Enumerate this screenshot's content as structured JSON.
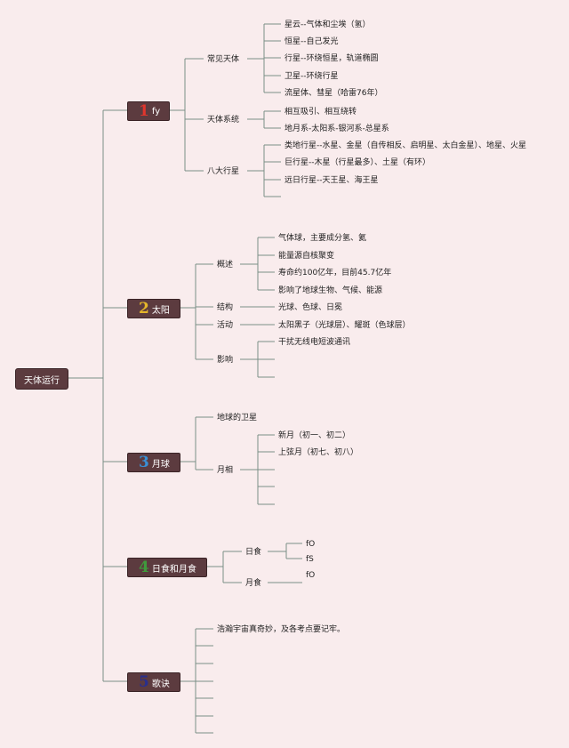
{
  "root": "天体运行",
  "colors": {
    "node_bg": "#5c3b3f",
    "line": "#7a8f86",
    "n1": "#e0362d",
    "n2": "#e5b62a",
    "n3": "#3a8fd4",
    "n4": "#3f9a3c",
    "n5": "#2a2f8c"
  },
  "sections": [
    {
      "num": "1",
      "title": "fy",
      "children": [
        {
          "label": "常见天体",
          "leaves": [
            "星云--气体和尘埃（氢）",
            "恒星--自己发光",
            "行星--环绕恒星，轨道椭圆",
            "卫星--环绕行星",
            "流星体、彗星（哈雷76年）"
          ]
        },
        {
          "label": "天体系统",
          "leaves": [
            "相互吸引、相互绕转",
            "地月系-太阳系-银河系-总星系"
          ]
        },
        {
          "label": "八大行星",
          "leaves": [
            "类地行星--水星、金星（自传相反、启明星、太白金星）、地星、火星",
            "巨行星--木星（行星最多）、土星（有环）",
            "远日行星--天王星、海王星",
            ""
          ]
        }
      ]
    },
    {
      "num": "2",
      "title": "太阳",
      "children": [
        {
          "label": "概述",
          "leaves": [
            "气体球，主要成分氢、氦",
            "能量源自核聚变",
            "寿命约100亿年，目前45.7亿年",
            "影响了地球生物、气候、能源"
          ]
        },
        {
          "label": "结构",
          "leaves": [
            "光球、色球、日冕"
          ]
        },
        {
          "label": "活动",
          "leaves": [
            "太阳黑子（光球层）、耀斑（色球层）"
          ]
        },
        {
          "label": "影响",
          "leaves": [
            "干扰无线电短波通讯",
            "",
            ""
          ]
        }
      ]
    },
    {
      "num": "3",
      "title": "月球",
      "children": [
        {
          "label": "地球的卫星",
          "leaves": []
        },
        {
          "label": "月相",
          "leaves": [
            "新月（初一、初二）",
            "上弦月（初七、初八）",
            "",
            "",
            ""
          ]
        }
      ]
    },
    {
      "num": "4",
      "title": "日食和月食",
      "children": [
        {
          "label": "日食",
          "leaves": [
            "fO",
            "fS"
          ]
        },
        {
          "label": "月食",
          "leaves": [
            "fO"
          ]
        }
      ]
    },
    {
      "num": "5",
      "title": "歌诀",
      "children": [
        {
          "label": "浩瀚宇宙真奇妙，及各考点要记牢。",
          "leaves": []
        },
        {
          "label": "",
          "leaves": []
        },
        {
          "label": "",
          "leaves": []
        },
        {
          "label": "",
          "leaves": []
        },
        {
          "label": "",
          "leaves": []
        },
        {
          "label": "",
          "leaves": []
        },
        {
          "label": "",
          "leaves": []
        }
      ]
    }
  ]
}
